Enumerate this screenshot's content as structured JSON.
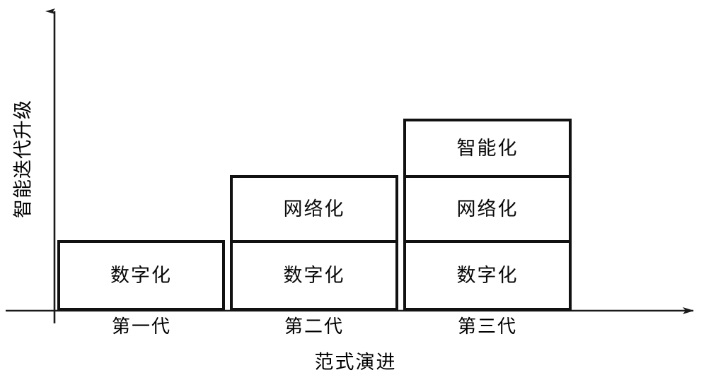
{
  "chart_data": {
    "type": "bar",
    "title": "",
    "subtitle": "",
    "xlabel": "范式演进",
    "ylabel": "智能迭代升级",
    "grid": false,
    "legend": "none",
    "stacked": true,
    "categories": [
      "第一代",
      "第二代",
      "第三代"
    ],
    "segment_names": [
      "数字化",
      "网络化",
      "智能化"
    ],
    "series": [
      {
        "name": "数字化",
        "values": [
          1,
          1,
          1
        ]
      },
      {
        "name": "网络化",
        "values": [
          0,
          1,
          1
        ]
      },
      {
        "name": "智能化",
        "values": [
          0,
          0,
          1
        ]
      }
    ],
    "bars": [
      {
        "category": "第一代",
        "total_segments": 1,
        "segments": [
          {
            "label": "数字化",
            "order": 1
          }
        ]
      },
      {
        "category": "第二代",
        "total_segments": 2,
        "segments": [
          {
            "label": "网络化",
            "order": 2
          },
          {
            "label": "数字化",
            "order": 1
          }
        ]
      },
      {
        "category": "第三代",
        "total_segments": 3,
        "segments": [
          {
            "label": "智能化",
            "order": 3
          },
          {
            "label": "网络化",
            "order": 2
          },
          {
            "label": "数字化",
            "order": 1
          }
        ]
      }
    ],
    "colors": {
      "stroke": "#111111",
      "fill": "#ffffff",
      "axis": "#1a1a1a",
      "text": "#0a0a0a",
      "background": "#ffffff"
    }
  },
  "axes": {
    "y_title": "智能迭代升级",
    "x_title": "范式演进",
    "y_arrow_icon": "arrow-up-icon",
    "x_arrow_icon": "arrow-right-icon"
  },
  "ticks": {
    "x": [
      "第一代",
      "第二代",
      "第三代"
    ]
  },
  "bar1": {
    "seg1": "数字化"
  },
  "bar2": {
    "seg1": "网络化",
    "seg2": "数字化"
  },
  "bar3": {
    "seg1": "智能化",
    "seg2": "网络化",
    "seg3": "数字化"
  }
}
